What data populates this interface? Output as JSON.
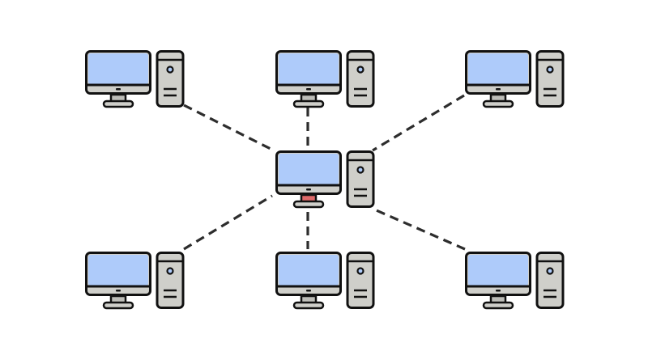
{
  "diagram": {
    "type": "star-network",
    "hub": {
      "id": "hub",
      "icon": "desktop-computer-icon",
      "stand_color": "#e06a6a"
    },
    "nodes": [
      {
        "id": "top-left",
        "icon": "desktop-computer-icon"
      },
      {
        "id": "top-center",
        "icon": "desktop-computer-icon"
      },
      {
        "id": "top-right",
        "icon": "desktop-computer-icon"
      },
      {
        "id": "bottom-left",
        "icon": "desktop-computer-icon"
      },
      {
        "id": "bottom-center",
        "icon": "desktop-computer-icon"
      },
      {
        "id": "bottom-right",
        "icon": "desktop-computer-icon"
      }
    ],
    "links": [
      {
        "from": "hub",
        "to": "top-left"
      },
      {
        "from": "hub",
        "to": "top-center"
      },
      {
        "from": "hub",
        "to": "top-right"
      },
      {
        "from": "hub",
        "to": "bottom-left"
      },
      {
        "from": "hub",
        "to": "bottom-center"
      },
      {
        "from": "hub",
        "to": "bottom-right"
      }
    ],
    "colors": {
      "screen": "#aecbfa",
      "monitor_body": "#cfcfca",
      "tower": "#cfcfca",
      "outline": "#111111",
      "link": "#2d2d2d",
      "stand": "#bdbdb8",
      "hub_stand": "#e06a6a"
    }
  }
}
